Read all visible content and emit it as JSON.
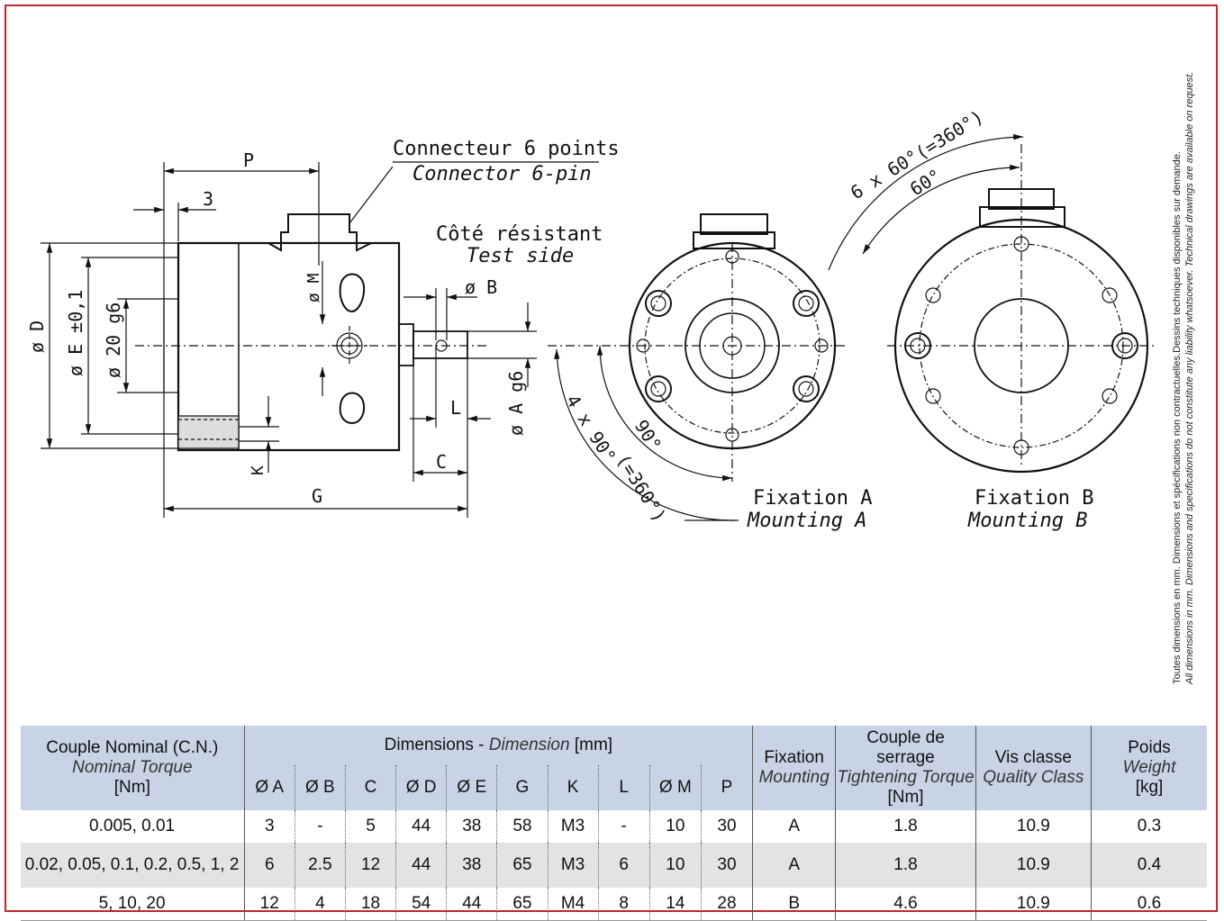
{
  "drawing": {
    "connector_label": {
      "fr": "Connecteur 6 points",
      "en": "Connector 6-pin"
    },
    "test_side_label": {
      "fr": "Côté résistant",
      "en": "Test side"
    },
    "mounting_a_label": {
      "fr": "Fixation A",
      "en": "Mounting A"
    },
    "mounting_b_label": {
      "fr": "Fixation B",
      "en": "Mounting B"
    },
    "dims": {
      "P": "P",
      "three": "3",
      "D": "ø D",
      "E": "ø E ±0,1",
      "twenty": "ø 20 g6",
      "M": "ø M",
      "B": "ø B",
      "A": "ø A g6",
      "L": "L",
      "C": "C",
      "K": "K",
      "G": "G"
    },
    "angle_a": {
      "pattern": "4 x 90°",
      "total": "(=360°)",
      "step": "90°"
    },
    "angle_b": {
      "pattern": "6 x 60°",
      "total": "(=360°)",
      "step": "60°"
    }
  },
  "side_note": {
    "fr": "Toutes dimensions en mm. Dimensions et spécifications non contractuelles.Dessins techniques disponibles sur demande.",
    "en": "All dimensions in mm. Dimensions and specifications do not constitute any liability whatsoever. Technical drawings are available on request."
  },
  "table": {
    "header": {
      "torque": {
        "fr": "Couple Nominal (C.N.)",
        "en": "Nominal Torque",
        "unit": "[Nm]"
      },
      "dimensions": {
        "fr": "Dimensions - ",
        "en": "Dimension",
        "unit": " [mm]"
      },
      "dim_cols": [
        "Ø A",
        "Ø B",
        "C",
        "Ø D",
        "Ø E",
        "G",
        "K",
        "L",
        "Ø M",
        "P"
      ],
      "mounting": {
        "fr": "Fixation",
        "en": "Mounting"
      },
      "tightening": {
        "fr": "Couple de serrage",
        "en": "Tightening Torque",
        "unit": "[Nm]"
      },
      "screw": {
        "fr": "Vis classe",
        "en": "Quality Class"
      },
      "weight": {
        "fr": "Poids",
        "en": "Weight",
        "unit": "[kg]"
      }
    },
    "rows": [
      {
        "torque": "0.005, 0.01",
        "dims": [
          "3",
          "-",
          "5",
          "44",
          "38",
          "58",
          "M3",
          "-",
          "10",
          "30"
        ],
        "mounting": "A",
        "tightening": "1.8",
        "screw": "10.9",
        "weight": "0.3"
      },
      {
        "torque": "0.02, 0.05, 0.1, 0.2, 0.5, 1, 2",
        "dims": [
          "6",
          "2.5",
          "12",
          "44",
          "38",
          "65",
          "M3",
          "6",
          "10",
          "30"
        ],
        "mounting": "A",
        "tightening": "1.8",
        "screw": "10.9",
        "weight": "0.4"
      },
      {
        "torque": "5, 10, 20",
        "dims": [
          "12",
          "4",
          "18",
          "54",
          "44",
          "65",
          "M4",
          "8",
          "14",
          "28"
        ],
        "mounting": "B",
        "tightening": "4.6",
        "screw": "10.9",
        "weight": "0.6"
      }
    ]
  }
}
